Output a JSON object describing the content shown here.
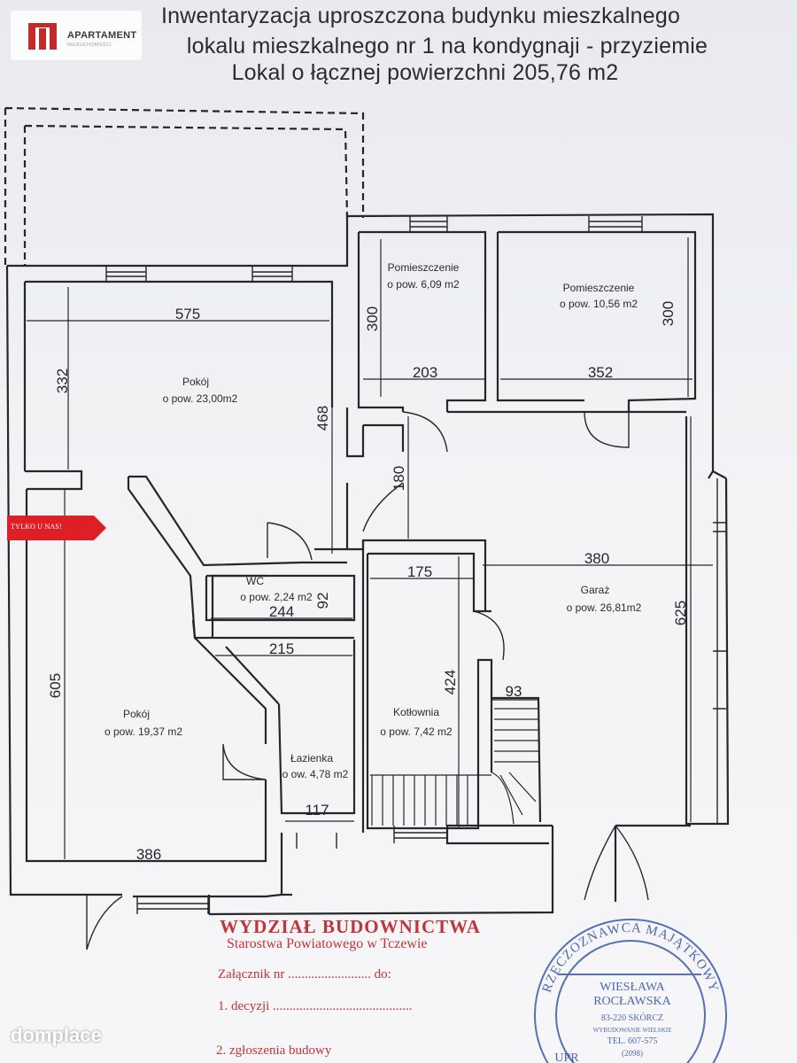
{
  "header": {
    "line1": "Inwentaryzacja uproszczona budynku mieszkalnego",
    "line2": "lokalu mieszkalnego nr 1 na kondygnaji - przyziemie",
    "line3": "Lokal o łącznej powierzchni 205,76 m2"
  },
  "logo": {
    "name": "APARTAMENT",
    "tagline": "NIERUCHOMOŚCI"
  },
  "badge": {
    "label": "TYLKO U NAS!"
  },
  "rooms": {
    "pom1_name": "Pomieszczenie",
    "pom1_area": "o pow. 6,09 m2",
    "pom2_name": "Pomieszczenie",
    "pom2_area": "o pow. 10,56 m2",
    "pokoj1_name": "Pokój",
    "pokoj1_area": "o pow. 23,00m2",
    "wc_name": "WC",
    "wc_area": "o pow. 2,24 m2",
    "garaz_name": "Garaż",
    "garaz_area": "o pow. 26,81m2",
    "kotl_name": "Kotłownia",
    "kotl_area": "o pow. 7,42 m2",
    "pokoj2_name": "Pokój",
    "pokoj2_area": "o pow. 19,37 m2",
    "laz_name": "Łazienka",
    "laz_area": "o ow. 4,78 m2"
  },
  "dimensions": {
    "d575": "575",
    "d332": "332",
    "d468": "468",
    "d300a": "300",
    "d203": "203",
    "d300b": "300",
    "d352": "352",
    "d180": "180",
    "d175": "175",
    "d380": "380",
    "d92": "92",
    "d244": "244",
    "d625": "625",
    "d215": "215",
    "d424": "424",
    "d93": "93",
    "d605": "605",
    "d117": "117",
    "d386": "386"
  },
  "stamp": {
    "line1": "WYDZIAŁ BUDOWNICTWA",
    "line2": "Starostwa Powiatowego w Tczewie",
    "line3": "Załącznik nr ......................... do:",
    "line4": "1. decyzji ..........................................",
    "line5": "2. zgłoszenia budowy"
  },
  "seal": {
    "ring": "RZECZOZNAWCA MAJĄTKOWY",
    "name1": "WIESŁAWA",
    "name2": "ROCŁAWSKA",
    "addr": "83-220 SKÓRCZ",
    "addr2": "WYBUDOWANIE WIELSKIE",
    "tel": "TEL. 607-575",
    "num": "(2098)",
    "bottom": "UPR"
  },
  "footer": {
    "brand": "domplace"
  },
  "colors": {
    "stamp_red": "#c2343a",
    "seal_blue": "#3a5aa8",
    "ink": "#26272b"
  }
}
